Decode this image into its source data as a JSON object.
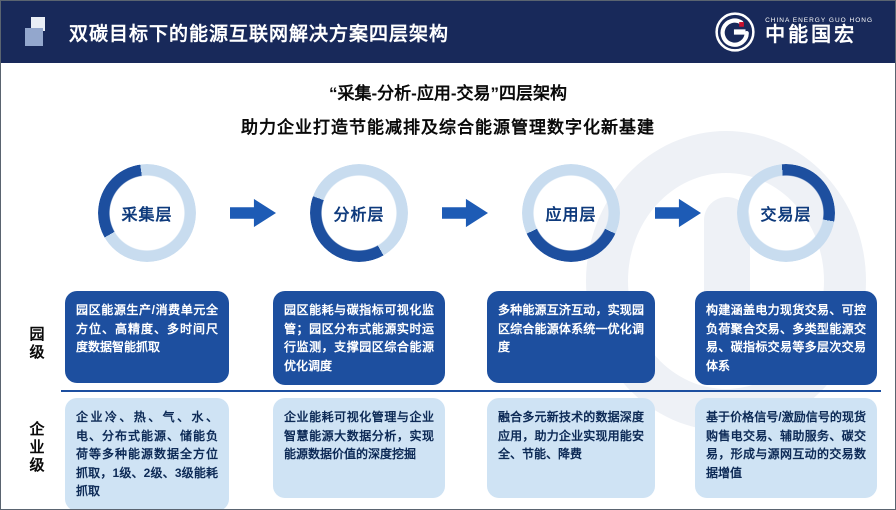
{
  "header": {
    "title": "双碳目标下的能源互联网解决方案四层架构",
    "logo_en": "CHINA ENERGY GUO HONG",
    "logo_cn": "中能国宏"
  },
  "intro": {
    "line1": "“采集-分析-应用-交易”四层架构",
    "line2": "助力企业打造节能减排及综合能源管理数字化新基建"
  },
  "layers": [
    {
      "label": "采集层"
    },
    {
      "label": "分析层"
    },
    {
      "label": "应用层"
    },
    {
      "label": "交易层"
    }
  ],
  "rows": {
    "park": {
      "label": "园级",
      "cells": [
        "园区能源生产/消费单元全方位、高精度、多时间尺度数据智能抓取",
        "园区能耗与碳指标可视化监管；园区分布式能源实时运行监测，支撑园区综合能源优化调度",
        "多种能源互济互动，实现园区综合能源体系统一优化调度",
        "构建涵盖电力现货交易、可控负荷聚合交易、多类型能源交易、碳指标交易等多层次交易体系"
      ]
    },
    "enterprise": {
      "label": "企业级",
      "cells": [
        "企业冷、热、气、水、电、分布式能源、储能负荷等多种能源数据全方位抓取，1级、2级、3级能耗抓取",
        "企业能耗可视化管理与企业智慧能源大数据分析，实现能源数据价值的深度挖掘",
        "融合多元新技术的数据深度应用，助力企业实现用能安全、节能、降费",
        "基于价格信号/激励信号的现货购售电交易、辅助服务、碳交易，形成与源网互动的交易数据增值"
      ]
    }
  },
  "colors": {
    "header_bg": "#18295a",
    "primary_blue": "#1d4f9f",
    "light_blue": "#cfe3f4",
    "arrow_blue": "#1d5bb5",
    "ring_light": "#c8dcef",
    "logo_red": "#c8102e"
  }
}
